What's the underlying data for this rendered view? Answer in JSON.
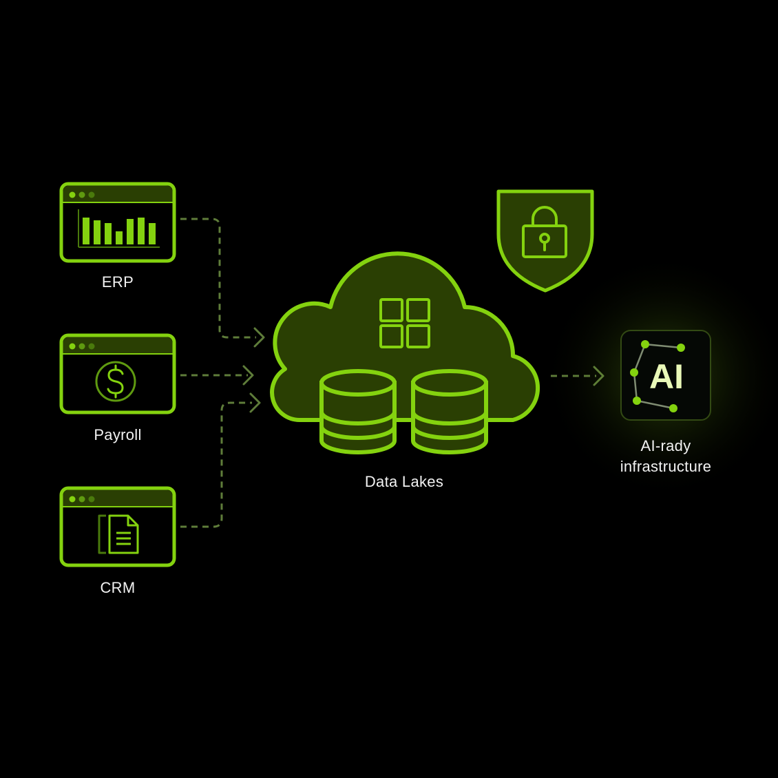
{
  "sources": [
    {
      "id": "erp",
      "label": "ERP",
      "icon": "bar-chart-icon"
    },
    {
      "id": "payroll",
      "label": "Payroll",
      "icon": "dollar-icon"
    },
    {
      "id": "crm",
      "label": "CRM",
      "icon": "document-icon"
    }
  ],
  "hub": {
    "label": "Data Lakes",
    "icons": [
      "cloud-icon",
      "grid-icon",
      "database-icon",
      "database-icon"
    ]
  },
  "security": {
    "icon": "shield-lock-icon"
  },
  "target": {
    "badge": "AI",
    "label_line1": "AI-rady",
    "label_line2": "infrastructure"
  },
  "colors": {
    "background": "#000000",
    "accent": "#84d20f",
    "accent_fill": "#2a3f03",
    "connector": "#5f7d3a",
    "text": "#f2f2f2"
  }
}
